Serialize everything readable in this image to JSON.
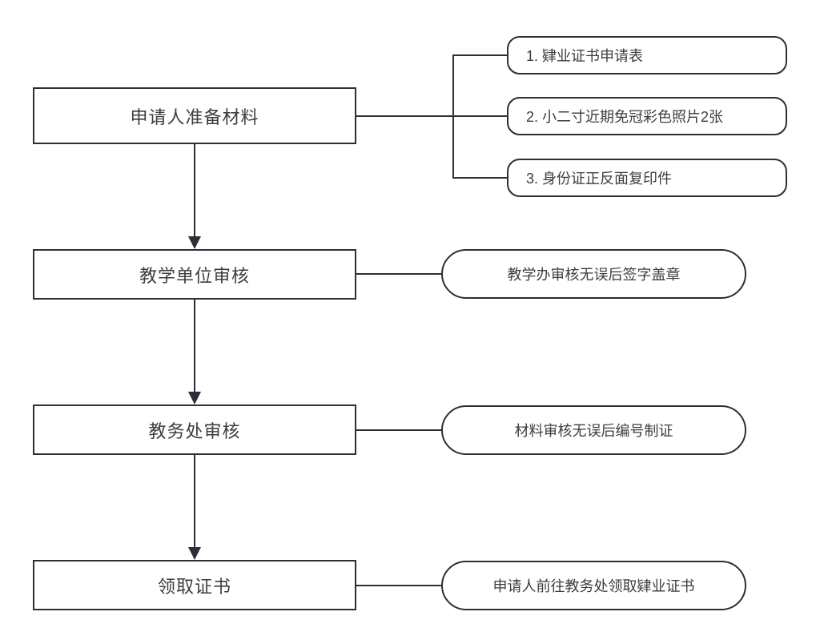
{
  "diagram": {
    "type": "flowchart",
    "colors": {
      "background": "#ffffff",
      "stroke": "#2b2f36",
      "text": "#3d3d3d"
    },
    "steps": [
      {
        "label": "申请人准备材料"
      },
      {
        "label": "教学单位审核"
      },
      {
        "label": "教务处审核"
      },
      {
        "label": "领取证书"
      }
    ],
    "materials": [
      {
        "label": "1. 肄业证书申请表"
      },
      {
        "label": "2. 小二寸近期免冠彩色照片2张"
      },
      {
        "label": "3. 身份证正反面复印件"
      }
    ],
    "notes": [
      {
        "label": "教学办审核无误后签字盖章"
      },
      {
        "label": "材料审核无误后编号制证"
      },
      {
        "label": "申请人前往教务处领取肄业证书"
      }
    ],
    "edges": [
      {
        "from": "step-1",
        "to": "materials-group",
        "style": "branch"
      },
      {
        "from": "step-1",
        "to": "step-2",
        "style": "arrow"
      },
      {
        "from": "step-2",
        "to": "note-1",
        "style": "plain"
      },
      {
        "from": "step-2",
        "to": "step-3",
        "style": "arrow"
      },
      {
        "from": "step-3",
        "to": "note-2",
        "style": "plain"
      },
      {
        "from": "step-3",
        "to": "step-4",
        "style": "arrow"
      },
      {
        "from": "step-4",
        "to": "note-3",
        "style": "plain"
      }
    ]
  }
}
